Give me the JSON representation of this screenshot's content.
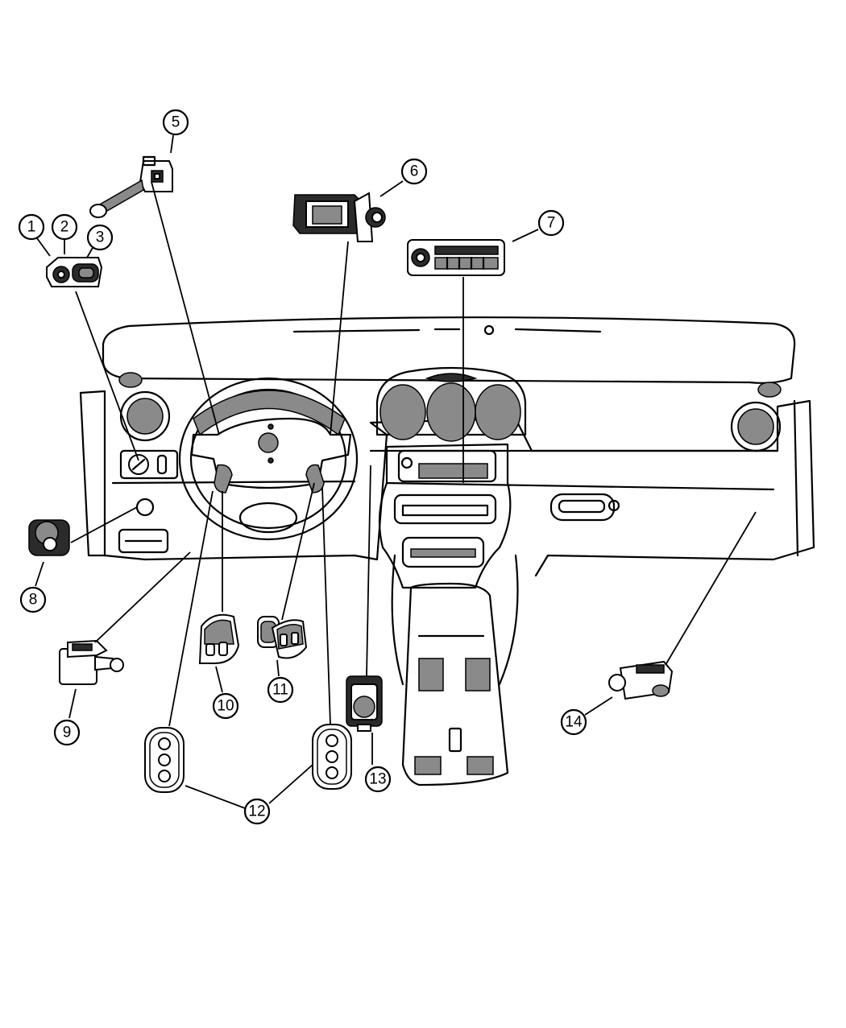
{
  "callouts": [
    {
      "id": "c1",
      "label": "1"
    },
    {
      "id": "c2",
      "label": "2"
    },
    {
      "id": "c3",
      "label": "3"
    },
    {
      "id": "c5",
      "label": "5"
    },
    {
      "id": "c6",
      "label": "6"
    },
    {
      "id": "c7",
      "label": "7"
    },
    {
      "id": "c8",
      "label": "8"
    },
    {
      "id": "c9",
      "label": "9"
    },
    {
      "id": "c10",
      "label": "10"
    },
    {
      "id": "c11",
      "label": "11"
    },
    {
      "id": "c12",
      "label": "12"
    },
    {
      "id": "c13",
      "label": "13"
    },
    {
      "id": "c14",
      "label": "14"
    }
  ]
}
